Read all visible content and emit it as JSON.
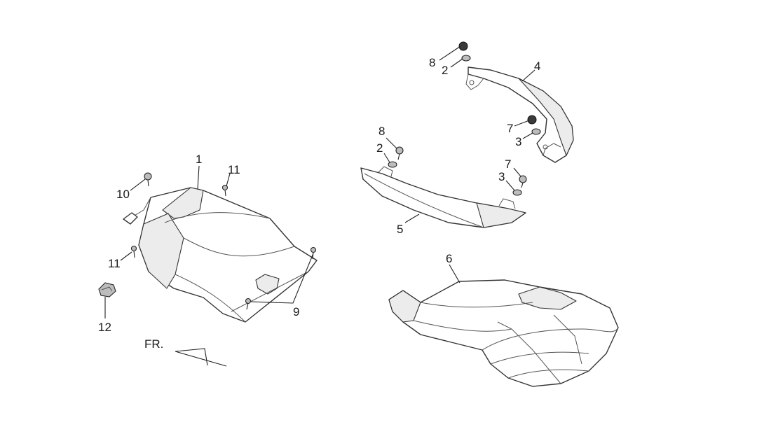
{
  "callouts": {
    "c1": "1",
    "c2a": "2",
    "c2b": "2",
    "c3a": "3",
    "c3b": "3",
    "c4": "4",
    "c5": "5",
    "c6": "6",
    "c7a": "7",
    "c7b": "7",
    "c8a": "8",
    "c8b": "8",
    "c9": "9",
    "c10": "10",
    "c11a": "11",
    "c11b": "11",
    "c12": "12"
  },
  "direction": {
    "label": "FR."
  },
  "colors": {
    "stroke": "#333333",
    "hardware": "#bdbdbd",
    "background": "#ffffff"
  }
}
